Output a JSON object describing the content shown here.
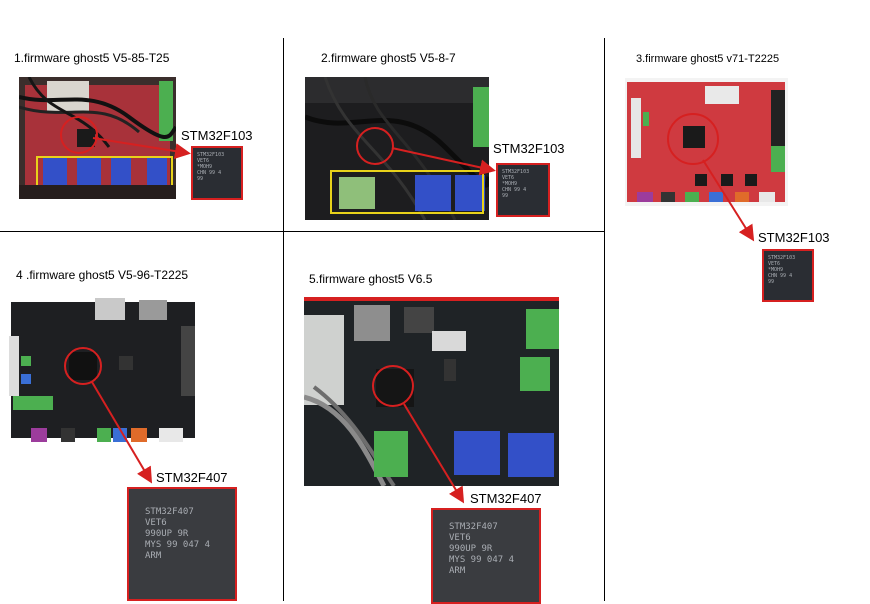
{
  "panels": [
    {
      "caption": "1.firmware  ghost5 V5-85-T25",
      "chip": "STM32F103"
    },
    {
      "caption": "2.firmware  ghost5 V5-8-7",
      "chip": "STM32F103"
    },
    {
      "caption": "3.firmware ghost5 v71-T2225",
      "chip": "STM32F103"
    },
    {
      "caption": "4 .firmware  ghost5 V5-96-T2225",
      "chip": "STM32F407"
    },
    {
      "caption": "5.firmware  ghost5 V6.5",
      "chip": "STM32F407"
    }
  ],
  "chip_markings": {
    "f103": "STM32F103\nVET6\n*MOH9\nCHN 99 4\n99",
    "f407": "STM32F407\nVET6\n990UP 9R\nMYS 99 047 4\nARM"
  },
  "colors": {
    "arrow": "#d62020",
    "highlight_box": "#e8d21a",
    "pcb_black": "#1e1f22",
    "pcb_red": "#c8343a"
  }
}
